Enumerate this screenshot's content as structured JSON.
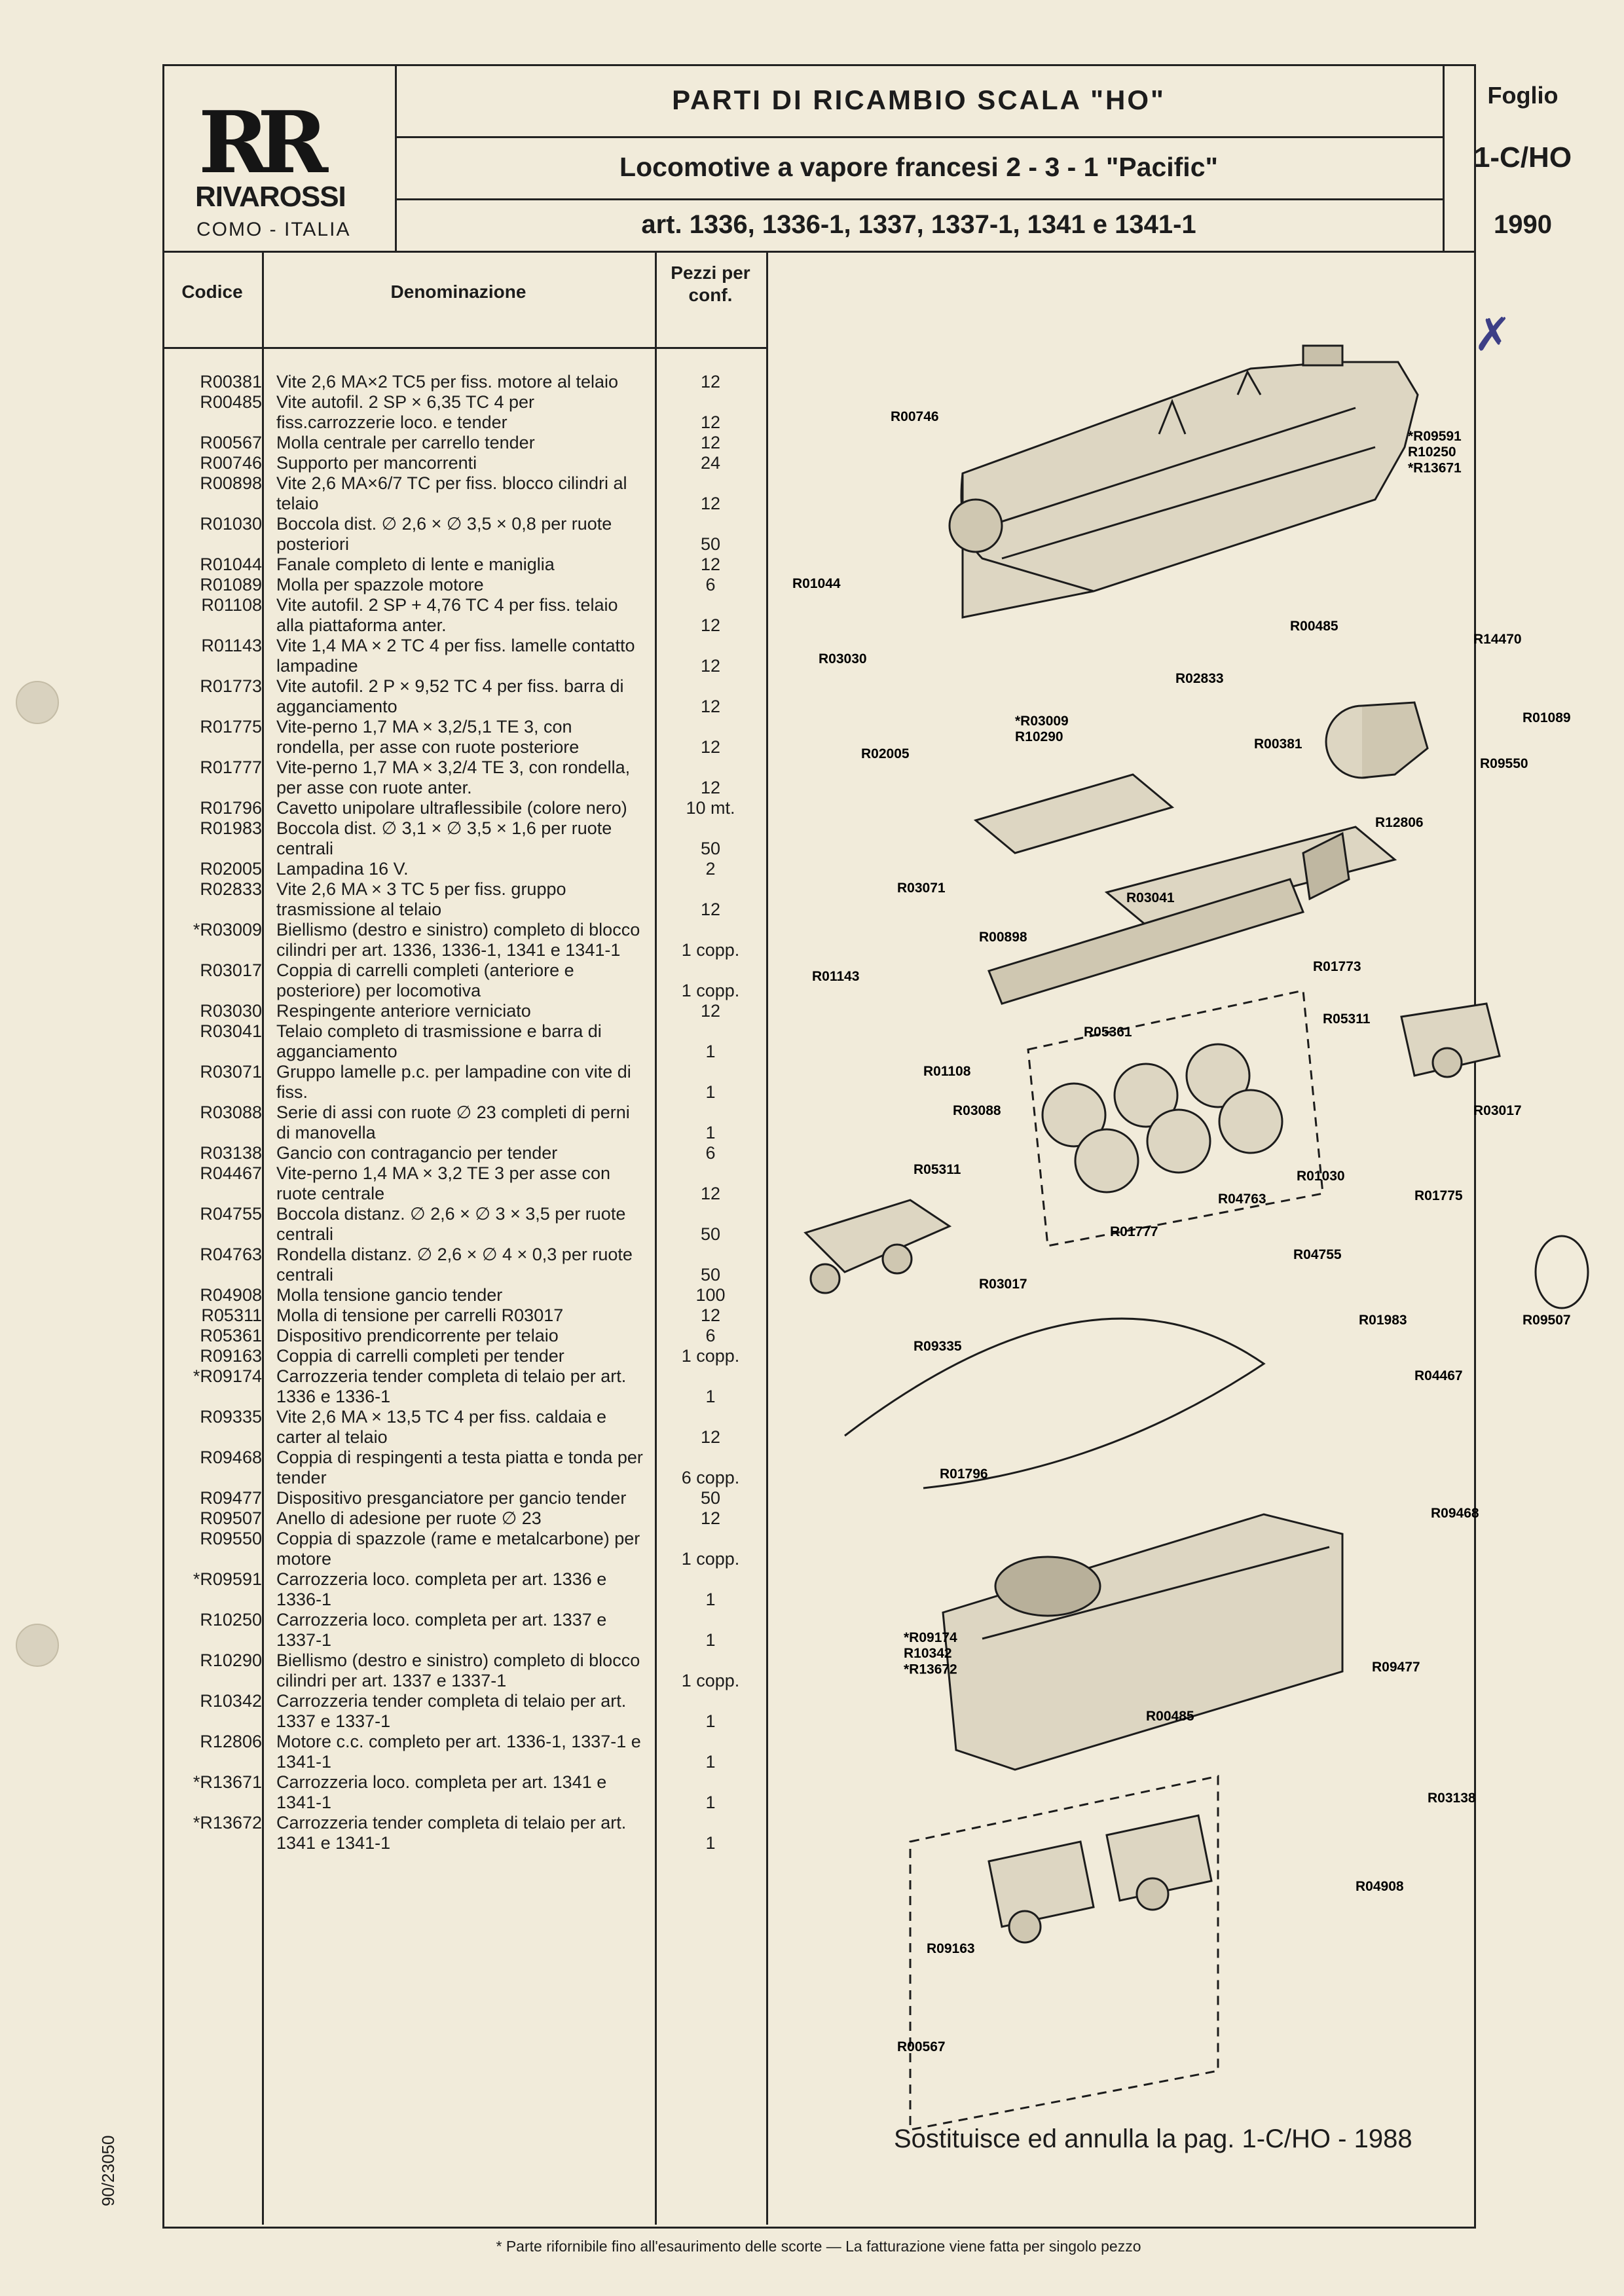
{
  "logo": {
    "name": "RIVAROSSI",
    "city": "COMO - ITALIA"
  },
  "header": {
    "title": "PARTI DI RICAMBIO SCALA \"HO\"",
    "subtitle": "Locomotive a vapore francesi 2 - 3 - 1 \"Pacific\"",
    "articles": "art. 1336, 1336-1, 1337, 1337-1, 1341 e 1341-1",
    "sheet_label": "Foglio",
    "sheet_number": "1-C/HO",
    "year": "1990"
  },
  "columns": {
    "code": "Codice",
    "name": "Denominazione",
    "qty": "Pezzi per conf."
  },
  "parts": [
    {
      "code": "R00381",
      "desc": "Vite 2,6 MA×2 TC5 per fiss. motore al telaio",
      "qty": "12"
    },
    {
      "code": "R00485",
      "desc": "Vite autofil. 2 SP × 6,35 TC 4 per fiss.carrozzerie loco. e tender",
      "qty": "12"
    },
    {
      "code": "R00567",
      "desc": "Molla centrale per carrello tender",
      "qty": "12"
    },
    {
      "code": "R00746",
      "desc": "Supporto per mancorrenti",
      "qty": "24"
    },
    {
      "code": "R00898",
      "desc": "Vite 2,6 MA×6/7 TC per fiss. blocco cilindri al telaio",
      "qty": "12"
    },
    {
      "code": "R01030",
      "desc": "Boccola dist. ∅ 2,6 × ∅ 3,5 × 0,8 per ruote posteriori",
      "qty": "50"
    },
    {
      "code": "R01044",
      "desc": "Fanale completo di lente e maniglia",
      "qty": "12"
    },
    {
      "code": "R01089",
      "desc": "Molla per spazzole motore",
      "qty": "6"
    },
    {
      "code": "R01108",
      "desc": "Vite autofil. 2 SP + 4,76 TC 4 per fiss. telaio alla piattaforma anter.",
      "qty": "12"
    },
    {
      "code": "R01143",
      "desc": "Vite 1,4 MA × 2 TC 4 per fiss. lamelle contatto lampadine",
      "qty": "12"
    },
    {
      "code": "R01773",
      "desc": "Vite autofil. 2 P × 9,52 TC 4 per fiss. barra di agganciamento",
      "qty": "12"
    },
    {
      "code": "R01775",
      "desc": "Vite-perno 1,7 MA × 3,2/5,1 TE 3, con rondella, per asse con ruote posteriore",
      "qty": "12"
    },
    {
      "code": "R01777",
      "desc": "Vite-perno 1,7 MA × 3,2/4 TE 3, con rondella, per asse con ruote anter.",
      "qty": "12"
    },
    {
      "code": "R01796",
      "desc": "Cavetto unipolare ultraflessibile (colore nero)",
      "qty": "10 mt."
    },
    {
      "code": "R01983",
      "desc": "Boccola dist. ∅ 3,1 × ∅ 3,5 × 1,6 per ruote centrali",
      "qty": "50"
    },
    {
      "code": "R02005",
      "desc": "Lampadina 16 V.",
      "qty": "2"
    },
    {
      "code": "R02833",
      "desc": "Vite 2,6 MA × 3 TC 5 per fiss. gruppo trasmissione al telaio",
      "qty": "12"
    },
    {
      "code": "*R03009",
      "desc": "Biellismo (destro e sinistro) completo di blocco cilindri per art. 1336, 1336-1, 1341 e 1341-1",
      "qty": "1 copp."
    },
    {
      "code": "R03017",
      "desc": "Coppia di carrelli completi (anteriore e posteriore) per locomotiva",
      "qty": "1 copp."
    },
    {
      "code": "R03030",
      "desc": "Respingente anteriore verniciato",
      "qty": "12"
    },
    {
      "code": "R03041",
      "desc": "Telaio completo di trasmissione e barra di agganciamento",
      "qty": "1"
    },
    {
      "code": "R03071",
      "desc": "Gruppo lamelle p.c. per lampadine con vite di fiss.",
      "qty": "1"
    },
    {
      "code": "R03088",
      "desc": "Serie di assi con ruote ∅ 23 completi di perni di manovella",
      "qty": "1"
    },
    {
      "code": "R03138",
      "desc": "Gancio con contragancio per tender",
      "qty": "6"
    },
    {
      "code": "R04467",
      "desc": "Vite-perno 1,4 MA × 3,2 TE 3 per asse con ruote centrale",
      "qty": "12"
    },
    {
      "code": "R04755",
      "desc": "Boccola distanz. ∅ 2,6 × ∅ 3 × 3,5 per ruote centrali",
      "qty": "50"
    },
    {
      "code": "R04763",
      "desc": "Rondella distanz. ∅ 2,6 × ∅ 4 × 0,3 per ruote centrali",
      "qty": "50"
    },
    {
      "code": "R04908",
      "desc": "Molla tensione gancio tender",
      "qty": "100"
    },
    {
      "code": "R05311",
      "desc": "Molla di tensione per carrelli R03017",
      "qty": "12"
    },
    {
      "code": "R05361",
      "desc": "Dispositivo prendicorrente per telaio",
      "qty": "6"
    },
    {
      "code": "R09163",
      "desc": "Coppia di carrelli completi per tender",
      "qty": "1 copp."
    },
    {
      "code": "*R09174",
      "desc": "Carrozzeria tender completa di telaio per art. 1336 e 1336-1",
      "qty": "1"
    },
    {
      "code": "R09335",
      "desc": "Vite 2,6 MA × 13,5 TC 4 per fiss. caldaia e carter al telaio",
      "qty": "12"
    },
    {
      "code": "R09468",
      "desc": "Coppia di respingenti a testa piatta e tonda per tender",
      "qty": "6 copp."
    },
    {
      "code": "R09477",
      "desc": "Dispositivo presganciatore per gancio tender",
      "qty": "50"
    },
    {
      "code": "R09507",
      "desc": "Anello di adesione per ruote ∅ 23",
      "qty": "12"
    },
    {
      "code": "R09550",
      "desc": "Coppia di spazzole (rame e metalcarbone) per motore",
      "qty": "1 copp."
    },
    {
      "code": "*R09591",
      "desc": "Carrozzeria loco. completa per art. 1336 e 1336-1",
      "qty": "1"
    },
    {
      "code": "R10250",
      "desc": "Carrozzeria loco. completa per art. 1337 e 1337-1",
      "qty": "1"
    },
    {
      "code": "R10290",
      "desc": "Biellismo (destro e sinistro) completo di blocco cilindri per art. 1337 e 1337-1",
      "qty": "1 copp."
    },
    {
      "code": "R10342",
      "desc": "Carrozzeria tender completa di telaio per art. 1337 e 1337-1",
      "qty": "1"
    },
    {
      "code": "R12806",
      "desc": "Motore c.c. completo per art. 1336-1, 1337-1 e 1341-1",
      "qty": "1"
    },
    {
      "code": "*R13671",
      "desc": "Carrozzeria loco. completa per art. 1341 e 1341-1",
      "qty": "1"
    },
    {
      "code": "*R13672",
      "desc": "Carrozzeria tender completa di telaio per art. 1341 e 1341-1",
      "qty": "1"
    }
  ],
  "diagram_labels": {
    "R00746": "R00746",
    "R09591_group": "*R09591\nR10250\n*R13671",
    "R01044": "R01044",
    "R00485a": "R00485",
    "R14470": "R14470",
    "R03030": "R03030",
    "R02833": "R02833",
    "R01089": "R01089",
    "R03009_group": "*R03009\nR10290",
    "R00381": "R00381",
    "R09550": "R09550",
    "R02005": "R02005",
    "R12806": "R12806",
    "R03071": "R03071",
    "R03041": "R03041",
    "R00898": "R00898",
    "R01773": "R01773",
    "R01143": "R01143",
    "R05311a": "R05311",
    "R05361": "R05361",
    "R01108": "R01108",
    "R03088": "R03088",
    "R03017a": "R03017",
    "R05311b": "R05311",
    "R01030": "R01030",
    "R04763": "R04763",
    "R01775": "R01775",
    "R01777": "R01777",
    "R04755": "R04755",
    "R03017b": "R03017",
    "R01983": "R01983",
    "R09507": "R09507",
    "R09335": "R09335",
    "R04467": "R04467",
    "R01796": "R01796",
    "R09468": "R09468",
    "R09174_group": "*R09174\nR10342\n*R13672",
    "R09477": "R09477",
    "R00485b": "R00485",
    "R03138": "R03138",
    "R04908": "R04908",
    "R09163": "R09163",
    "R00567": "R00567"
  },
  "replaces_note": "Sostituisce ed annulla la pag. 1-C/HO - 1988",
  "footer_note": "* Parte rifornibile fino all'esaurimento delle scorte — La fatturazione viene fatta per singolo pezzo",
  "side_code": "90/23050",
  "colors": {
    "paper": "#f1ebda",
    "ink": "#1c1c1c",
    "pen": "#3d3f86"
  }
}
